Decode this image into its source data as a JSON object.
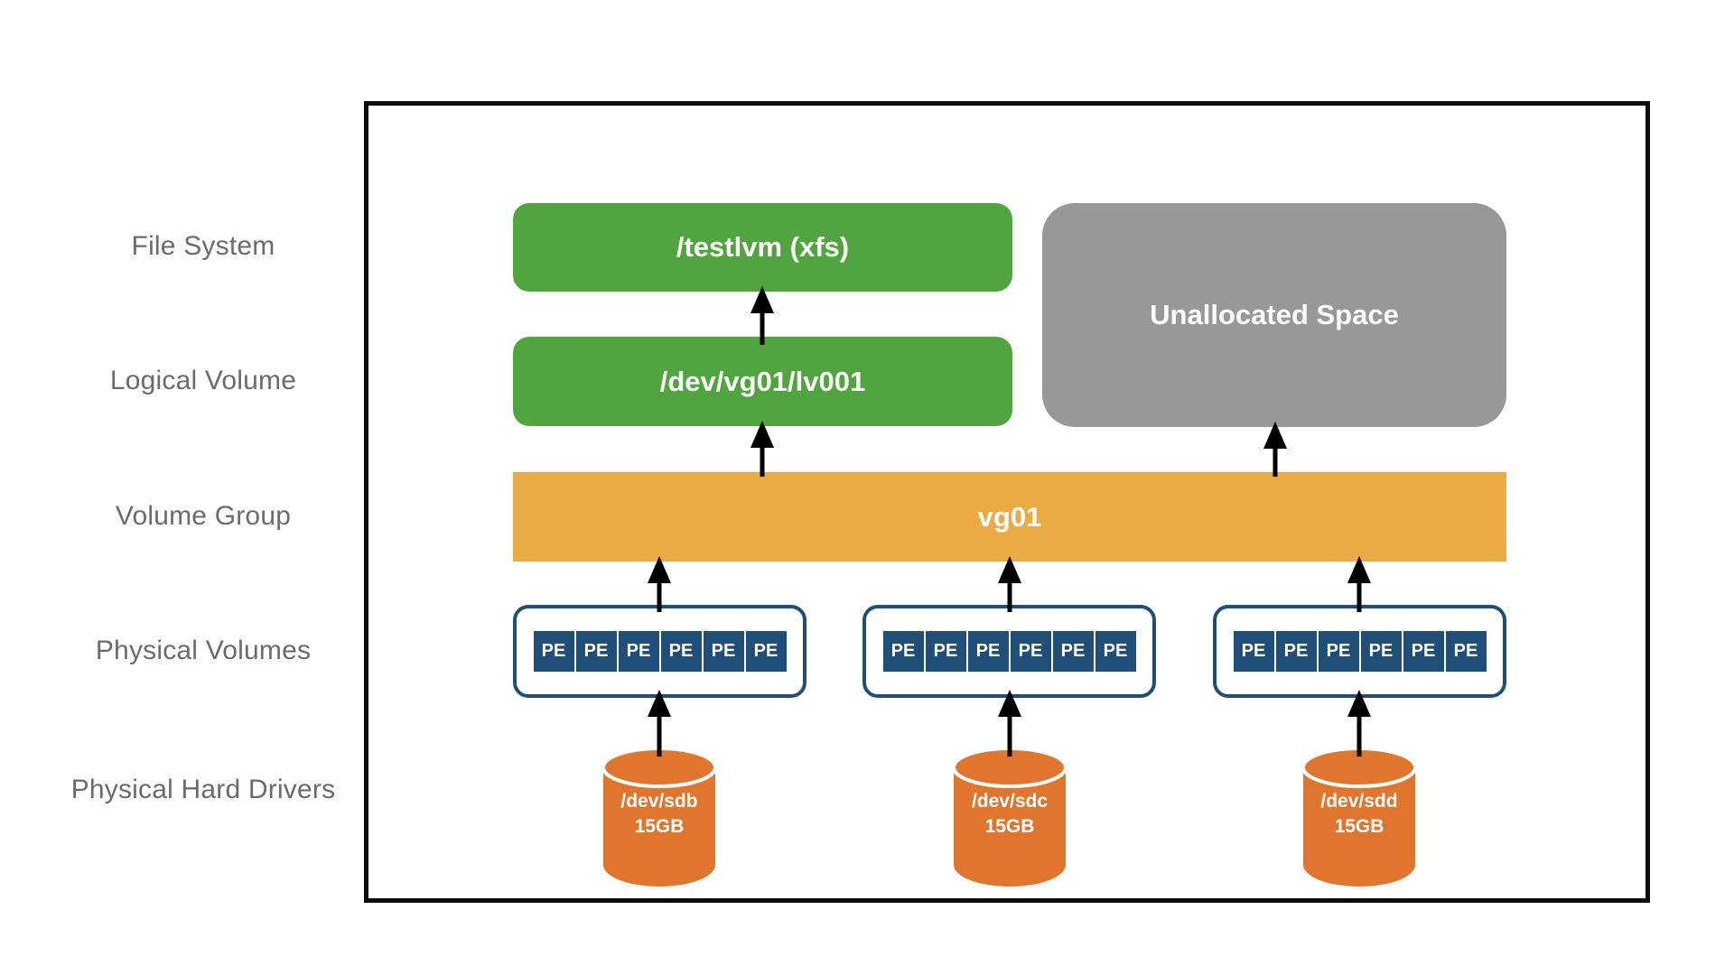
{
  "diagram": {
    "row_labels": [
      "File System",
      "Logical Volume",
      "Volume Group",
      "Physical Volumes",
      "Physical Hard Drivers"
    ],
    "file_system": {
      "label": "/testlvm (xfs)"
    },
    "logical_volume": {
      "label": "/dev/vg01/lv001"
    },
    "unallocated_space": {
      "label": "Unallocated Space"
    },
    "volume_group": {
      "label": "vg01"
    },
    "physical_volumes": [
      {
        "cells": [
          "PE",
          "PE",
          "PE",
          "PE",
          "PE",
          "PE"
        ]
      },
      {
        "cells": [
          "PE",
          "PE",
          "PE",
          "PE",
          "PE",
          "PE"
        ]
      },
      {
        "cells": [
          "PE",
          "PE",
          "PE",
          "PE",
          "PE",
          "PE"
        ]
      }
    ],
    "hard_drives": [
      {
        "device": "/dev/sdb",
        "size": "15GB"
      },
      {
        "device": "/dev/sdc",
        "size": "15GB"
      },
      {
        "device": "/dev/sdd",
        "size": "15GB"
      }
    ],
    "colors": {
      "filesystem_green": "#50a53e",
      "volume_group_amber": "#eaab45",
      "unallocated_gray": "#989898",
      "pe_blue": "#1f4e78",
      "drive_orange": "#e0762e",
      "label_gray": "#6b6b6b",
      "frame_black": "#0d0d0d",
      "arrow_black": "#000000"
    }
  }
}
